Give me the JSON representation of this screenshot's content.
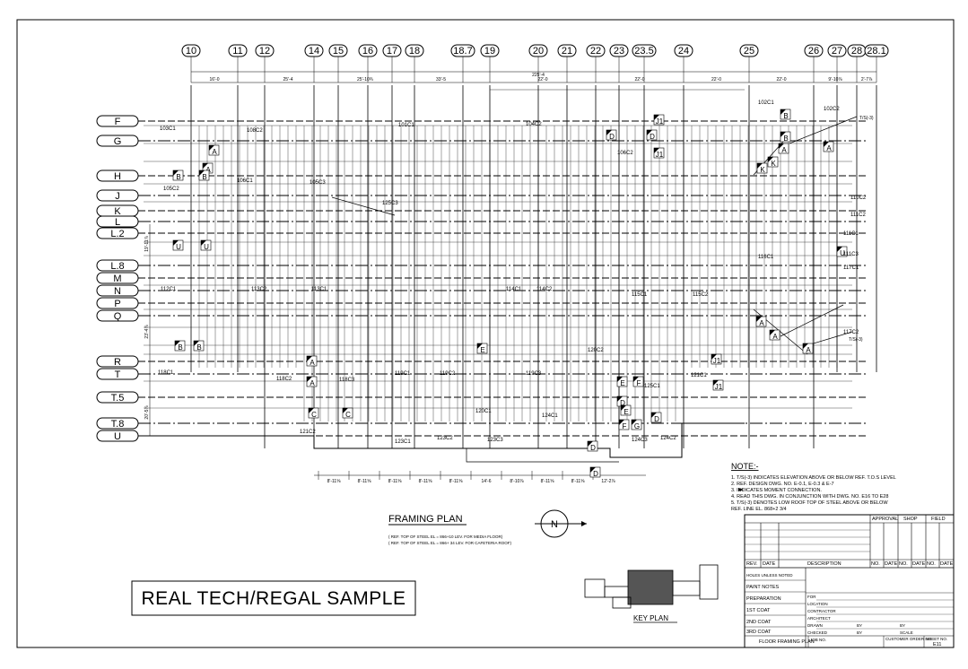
{
  "drawing_title": "FRAMING PLAN",
  "framing_notes": [
    "( REF. TOP OF STEEL EL = 866+10 LEV. FOR MEDIA FLOOR)",
    "( REF. TOP OF STEEL EL = 866+ 34 LEV. FOR CAFETERIA ROOF)"
  ],
  "north_arrow": "N",
  "key_plan_label": "KEY PLAN",
  "sample_title": "REAL TECH/REGAL SAMPLE",
  "notes_heading": "NOTE:-",
  "notes": [
    "1. T/S(-3) INDICATES ELEVATION ABOVE OR BELOW REF. T.O.S LEVEL",
    "2. REF. DESIGN DWG. NO. E-0.1, E-0.3 & E-7",
    "3.      INDICATES MOMENT CONNECTION.",
    "4. READ THIS DWG. IN CONJUNCTION WITH DWG. NO. E16 TO E28",
    "5. T/S(-3) DENOTES LOW ROOF TOP OF STEEL ABOVE OR BELOW",
    "    REF. LINE EL. 868+2 3/4"
  ],
  "grid_columns": [
    "10",
    "11",
    "12",
    "14",
    "15",
    "16",
    "17",
    "18",
    "18.7",
    "19",
    "20",
    "21",
    "22",
    "23",
    "23.5",
    "24",
    "25",
    "26",
    "27",
    "28",
    "28.1"
  ],
  "grid_rows": [
    "F",
    "G",
    "H",
    "J",
    "K",
    "L",
    "L.2",
    "L.8",
    "M",
    "N",
    "P",
    "Q",
    "R",
    "T",
    "T.5",
    "T.8",
    "U"
  ],
  "overall_dimension": "225'-4",
  "top_dimensions": [
    "16'-0",
    "25'-4",
    "25'-10¾",
    "33'-5",
    "22'-0",
    "22'-0",
    "22'-0",
    "22'-0",
    "9'-10⅞",
    "2'-7⅞"
  ],
  "bottom_dimensions": [
    "8'-11⅝",
    "8'-11⅝",
    "8'-11⅝",
    "8'-11⅝",
    "8'-11⅝",
    "14'-6",
    "8'-10⅞",
    "8'-11⅝",
    "8'-11⅝",
    "12'-2⅞"
  ],
  "side_dimensions": [
    "19'-11⅞",
    "23'-4⅞",
    "20'-5⅞"
  ],
  "section_marks": [
    "A",
    "B",
    "C",
    "D",
    "E",
    "F",
    "G",
    "J1",
    "K",
    "U"
  ],
  "moment_labels": [
    "T/S(-3)",
    "T/S(-3)"
  ],
  "column_marks": [
    "103C1",
    "105C2",
    "106C1",
    "108C2",
    "105C3",
    "101C1",
    "102C1",
    "102C2",
    "104C2",
    "106C2",
    "112C1",
    "113C1",
    "113C2",
    "114C1",
    "114C2",
    "115C1",
    "115C2",
    "116C1",
    "117C1",
    "117C2",
    "118C1",
    "118C2",
    "118C3",
    "119C1",
    "119C2",
    "119C3",
    "120C1",
    "120C2",
    "121C1",
    "121C2",
    "123C1",
    "123C2",
    "123C3",
    "124C1",
    "124C2",
    "124C3",
    "125C1",
    "125C3",
    "110C2",
    "111C1",
    "111C3",
    "111C2"
  ],
  "title_block": {
    "approval_heading": "APPROVAL",
    "shop_heading": "SHOP",
    "field_heading": "FIELD",
    "rev_col": "REV.",
    "date_col": "DATE",
    "description_col": "DESCRIPTION",
    "no_col": "NO.",
    "paint_items": [
      "HOLES UNLESS NOTED",
      "PAINT NOTES",
      "PREPARATION",
      "1ST COAT",
      "2ND COAT",
      "3RD COAT"
    ],
    "fields": [
      "FOR",
      "LOCATION",
      "CONTRACTOR",
      "ARCHITECT",
      "DRAWN",
      "CHECKED"
    ],
    "field_mini": [
      "BY",
      "BY",
      "BY",
      "SCALE"
    ],
    "sheet_title": "FLOOR FRAMING PLAN",
    "job_no_label": "JOB NO.",
    "customer_order_label": "CUSTOMER ORDER NO.",
    "sheet_no_label": "SHEET NO.",
    "sheet_no": "E11"
  }
}
